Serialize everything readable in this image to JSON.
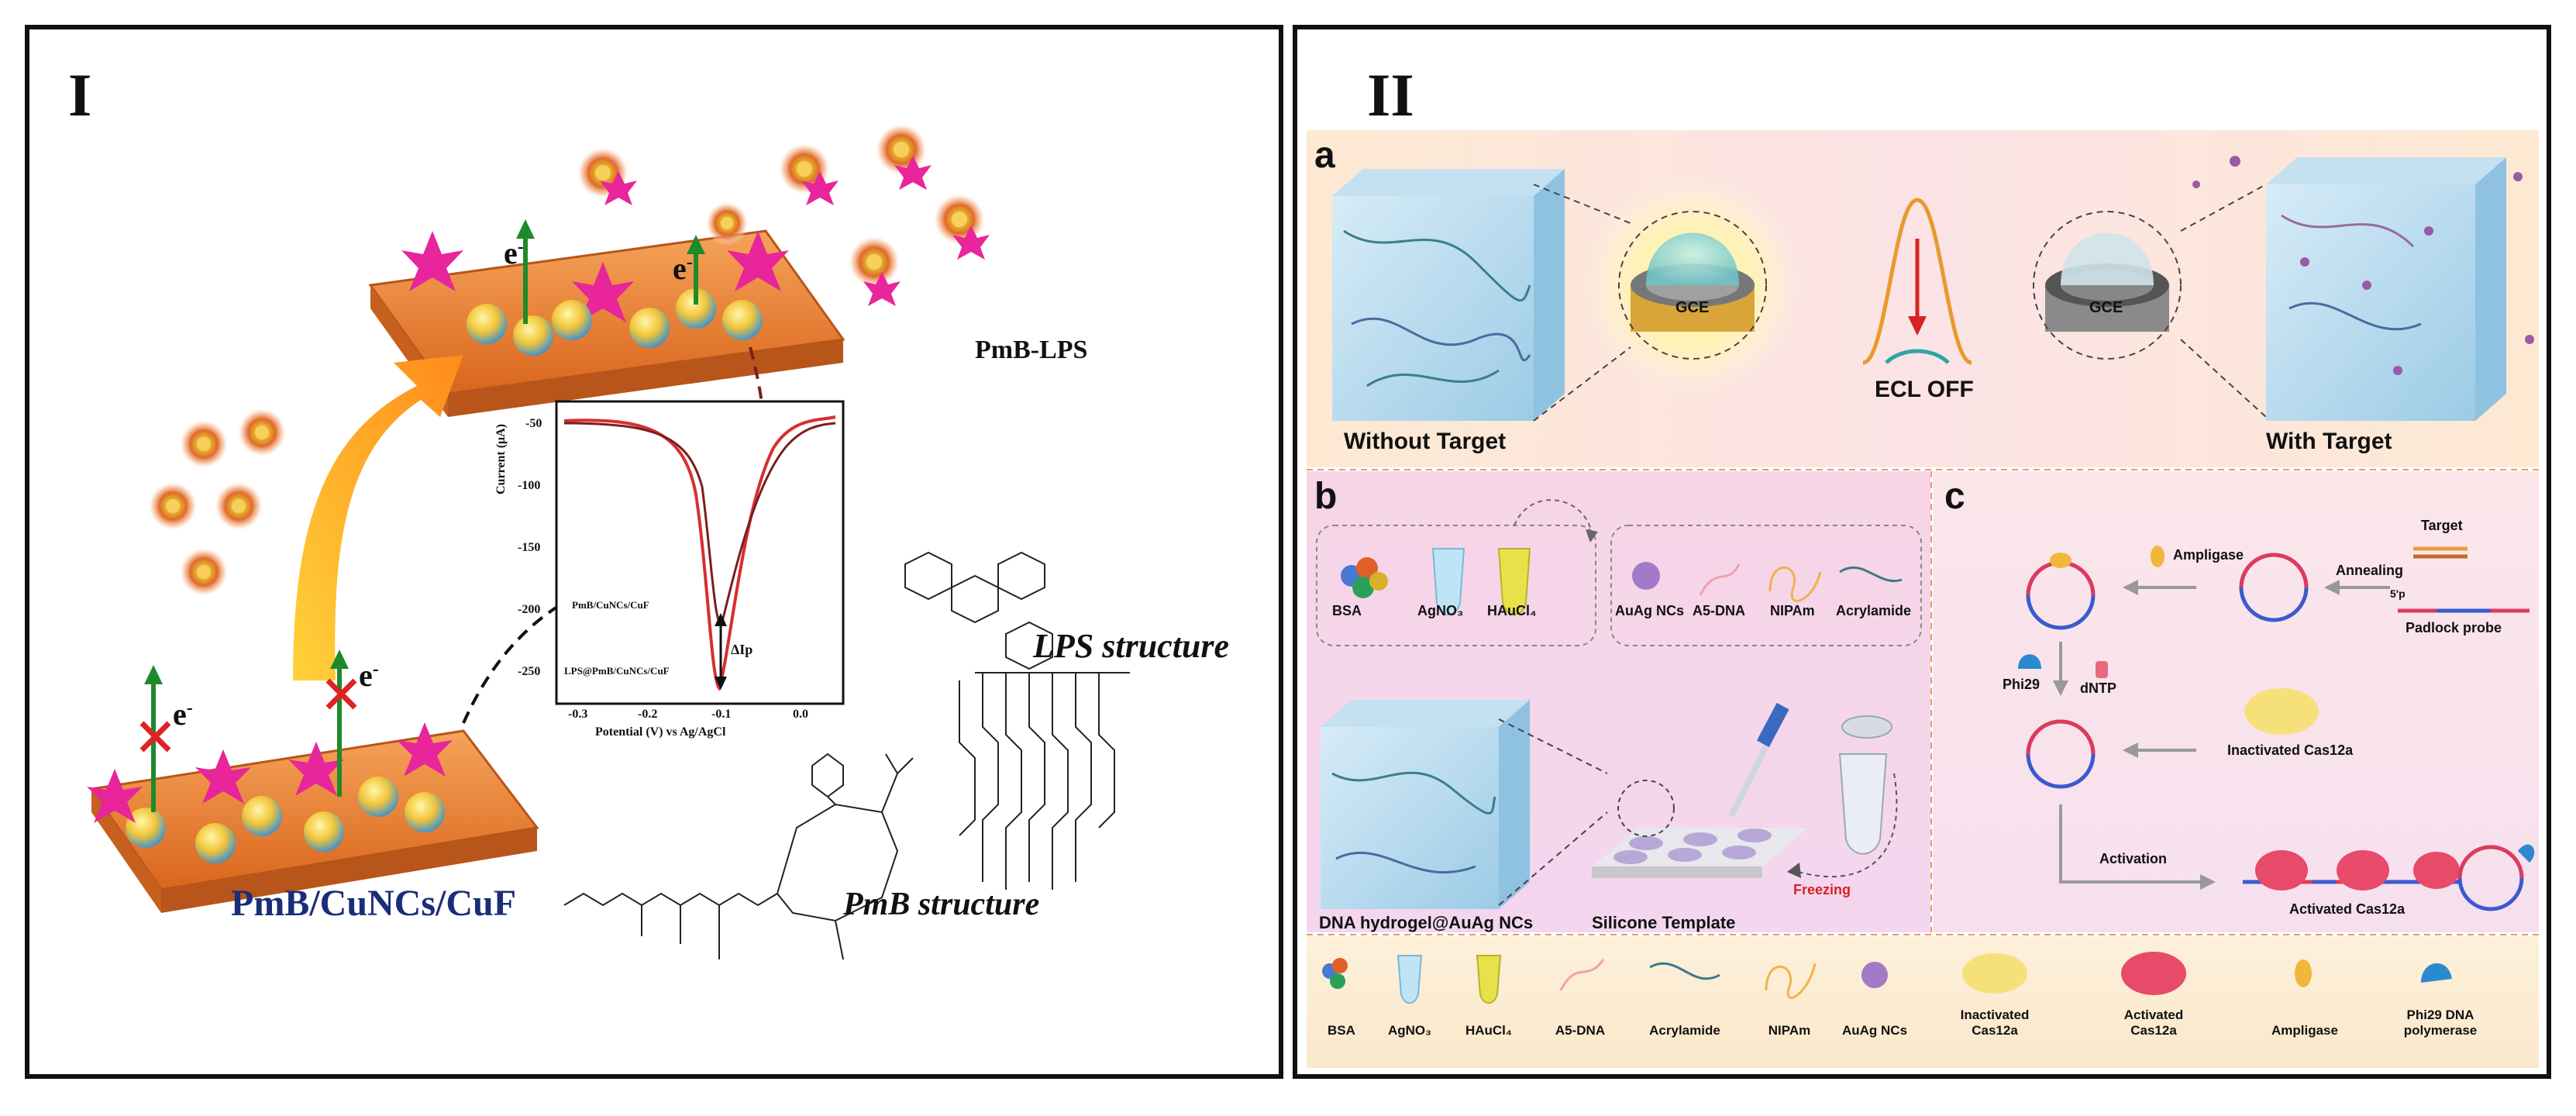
{
  "panel_left": {
    "label": "I",
    "plate_top_label": "PmB-LPS",
    "plate_bottom_label": "PmB/CuNCs/CuF",
    "electron_label": "e",
    "electron_sup": "-",
    "lps_caption": "LPS structure",
    "pmb_caption": "PmB structure",
    "inset": {
      "ylabel": "Current (μA)",
      "xlabel": "Potential (V) vs Ag/AgCl",
      "yticks": [
        "-50",
        "-100",
        "-150",
        "-200",
        "-250"
      ],
      "xticks": [
        "-0.3",
        "-0.2",
        "-0.1",
        "0.0"
      ],
      "series_label_1": "PmB/CuNCs/CuF",
      "series_label_2": "LPS@PmB/CuNCs/CuF",
      "delta_label": "ΔIp",
      "color_1": "#d62f2f",
      "color_2": "#7a1e1e"
    }
  },
  "panel_right": {
    "label": "II",
    "section_a": {
      "letter": "a",
      "without_target": "Without Target",
      "with_target": "With Target",
      "gce": "GCE",
      "ecl_off": "ECL OFF"
    },
    "section_b": {
      "letter": "b",
      "reagents": [
        "BSA",
        "AgNO₃",
        "HAuCl₄"
      ],
      "components": [
        "AuAg NCs",
        "A5-DNA",
        "NIPAm",
        "Acrylamide"
      ],
      "hydrogel_label": "DNA hydrogel@AuAg NCs",
      "template_label": "Silicone Template",
      "freezing_label": "Freezing"
    },
    "section_c": {
      "letter": "c",
      "target": "Target",
      "annealing": "Annealing",
      "padlock": "Padlock probe",
      "p_label": "5'p",
      "ampligase": "Ampligase",
      "phi29": "Phi29",
      "dntp": "dNTP",
      "inactivated": "Inactivated Cas12a",
      "activation": "Activation",
      "activated": "Activated Cas12a"
    },
    "legend": [
      {
        "label": "BSA"
      },
      {
        "label": "AgNO₃"
      },
      {
        "label": "HAuCl₄"
      },
      {
        "label": "A5-DNA"
      },
      {
        "label": "Acrylamide"
      },
      {
        "label": "NIPAm"
      },
      {
        "label": "AuAg NCs"
      },
      {
        "label": "Inactivated Cas12a"
      },
      {
        "label": "Activated Cas12a"
      },
      {
        "label": "Ampligase"
      },
      {
        "label": "Phi29 DNA polymerase"
      }
    ]
  }
}
